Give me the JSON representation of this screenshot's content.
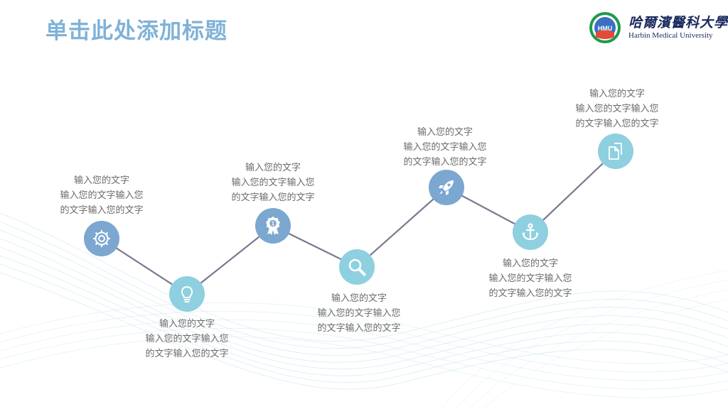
{
  "slide": {
    "title": "单击此处添加标题"
  },
  "logo": {
    "emblem_text": "HMU",
    "name_cn": "哈爾濱醫科大學",
    "name_en": "Harbin Medical University"
  },
  "colors": {
    "title": "#7fb2d8",
    "node_dark": "#7ba7d0",
    "node_light": "#8ed0e0",
    "line": "#7b7890",
    "text": "#6b6b6b"
  },
  "steps": [
    {
      "icon": "gear-icon",
      "title": "输入您的文字",
      "line1": "输入您的文字输入您",
      "line2": "的文字输入您的文字"
    },
    {
      "icon": "lightbulb-icon",
      "title": "输入您的文字",
      "line1": "输入您的文字输入您",
      "line2": "的文字输入您的文字"
    },
    {
      "icon": "award-ribbon-icon",
      "title": "输入您的文字",
      "line1": "输入您的文字输入您",
      "line2": "的文字输入您的文字"
    },
    {
      "icon": "magnifier-icon",
      "title": "输入您的文字",
      "line1": "输入您的文字输入您",
      "line2": "的文字输入您的文字"
    },
    {
      "icon": "rocket-icon",
      "title": "输入您的文字",
      "line1": "输入您的文字输入您",
      "line2": "的文字输入您的文字"
    },
    {
      "icon": "anchor-icon",
      "title": "输入您的文字",
      "line1": "输入您的文字输入您",
      "line2": "的文字输入您的文字"
    },
    {
      "icon": "documents-icon",
      "title": "输入您的文字",
      "line1": "输入您的文字输入您",
      "line2": "的文字输入您的文字"
    }
  ]
}
